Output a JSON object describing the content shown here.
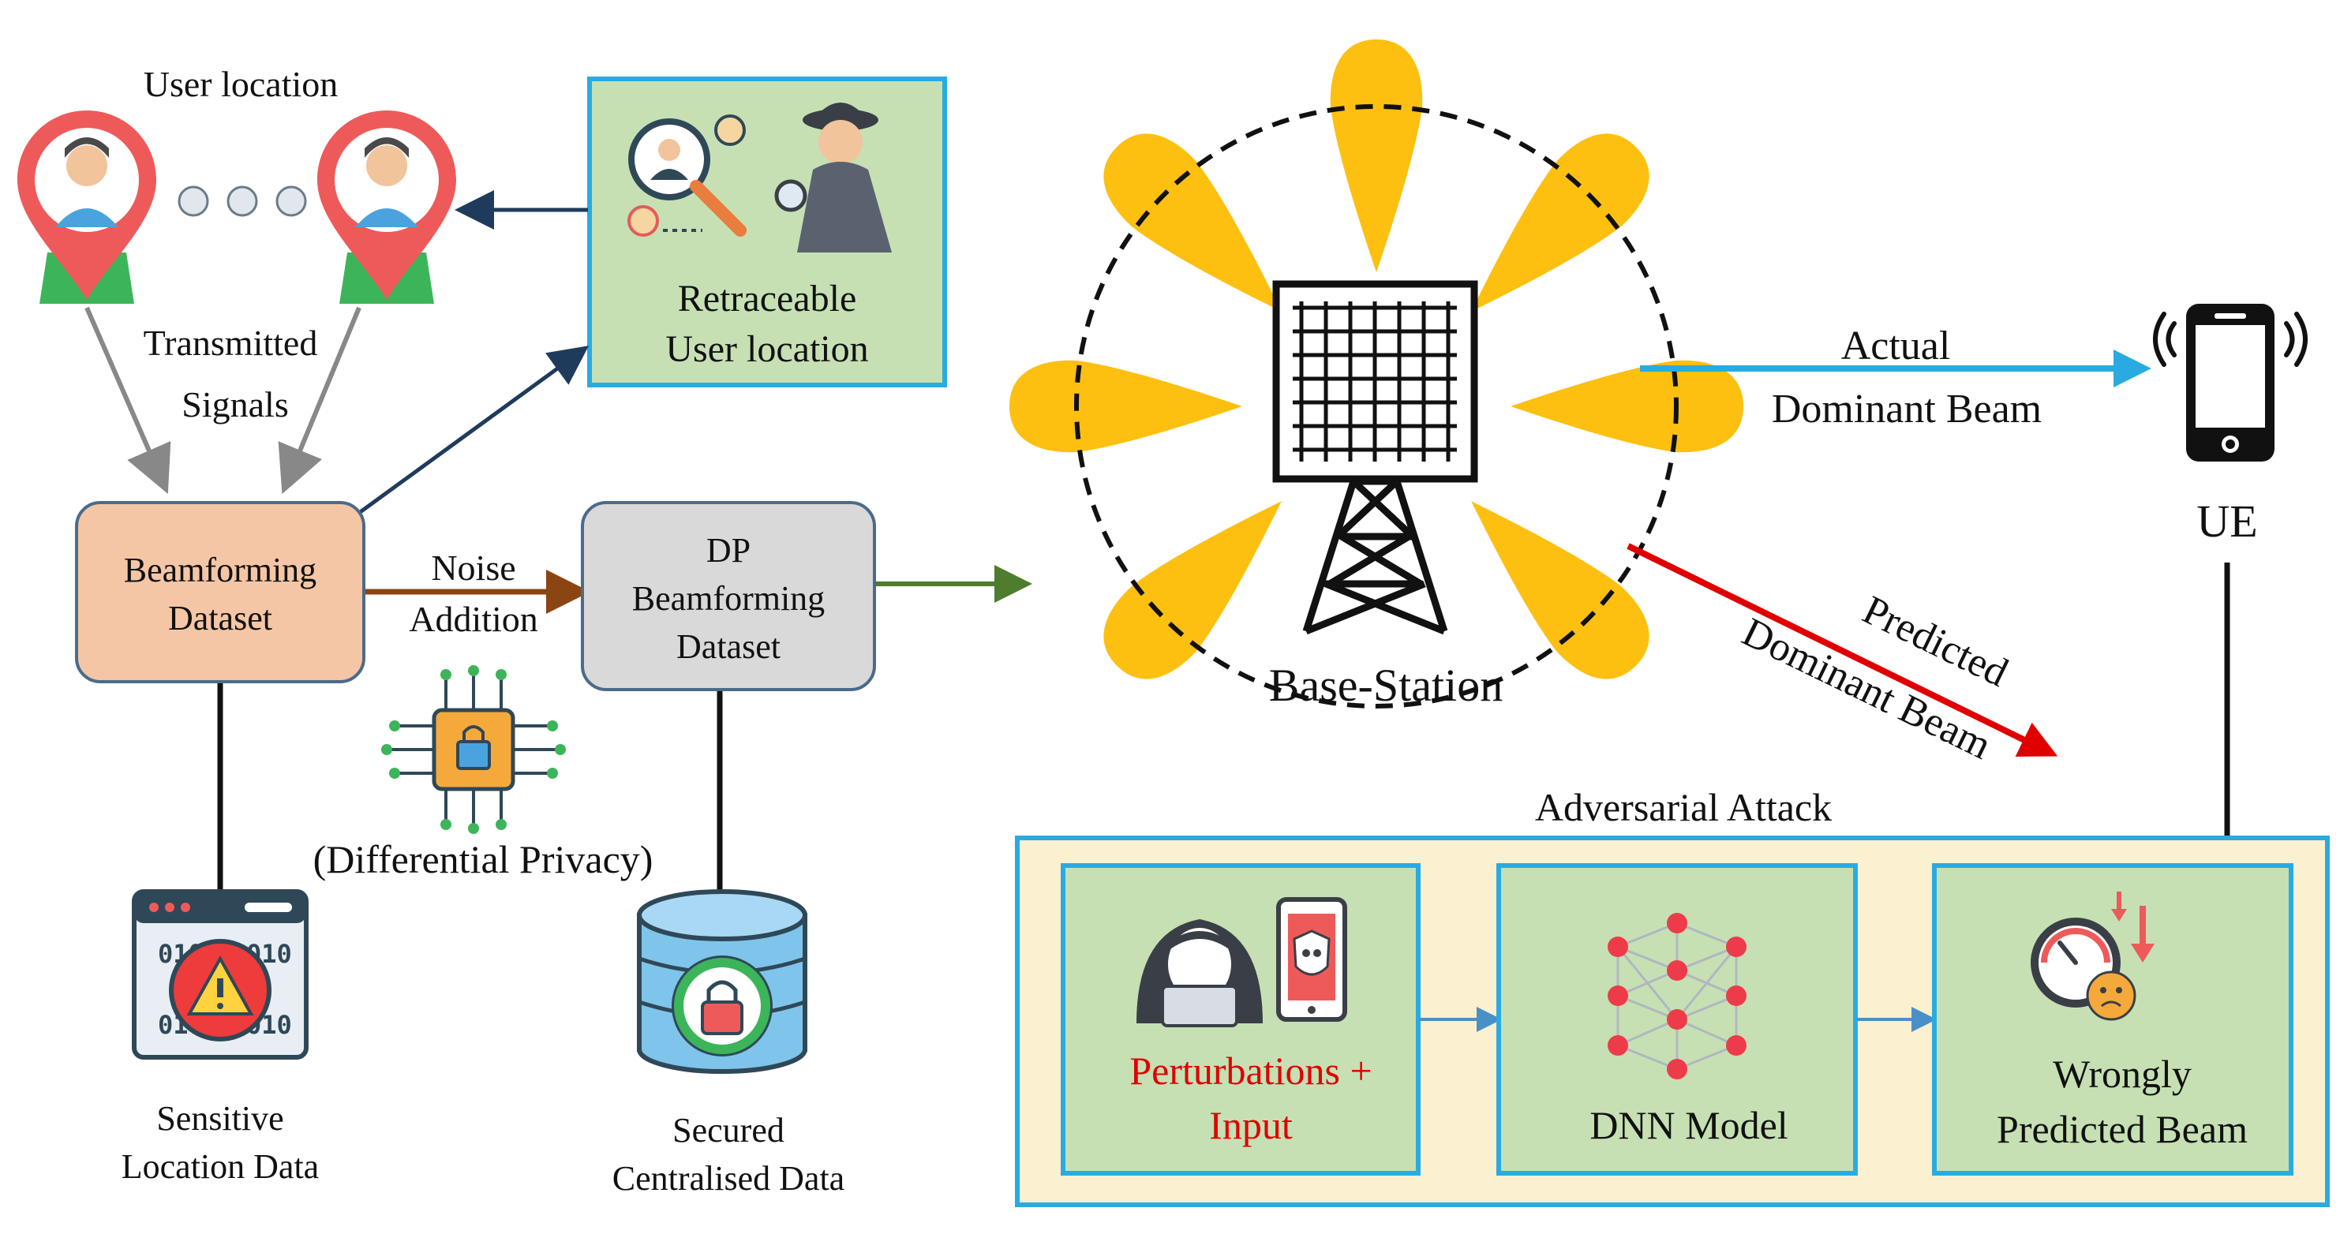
{
  "user_location": {
    "title": "User location",
    "transmitted_signals": [
      "Transmitted",
      "Signals"
    ]
  },
  "retraceable_box": {
    "lines": [
      "Retraceable",
      "User location"
    ]
  },
  "beamforming_dataset": {
    "lines": [
      "Beamforming",
      "Dataset"
    ]
  },
  "noise_addition": {
    "lines": [
      "Noise",
      "Addition"
    ]
  },
  "dp_dataset": {
    "lines": [
      "DP",
      "Beamforming",
      "Dataset"
    ]
  },
  "differential_privacy": "(Differential Privacy)",
  "sensitive_data": {
    "lines": [
      "Sensitive",
      "Location Data"
    ]
  },
  "secured_data": {
    "lines": [
      "Secured",
      "Centralised Data"
    ]
  },
  "base_station": "Base-Station",
  "actual_beam": {
    "lines": [
      "Actual",
      "Dominant Beam"
    ]
  },
  "predicted_beam": {
    "lines": [
      "Predicted",
      "Dominant Beam"
    ]
  },
  "ue": "UE",
  "adversarial": {
    "title": "Adversarial Attack",
    "perturbations": [
      "Perturbations +",
      "Input"
    ],
    "dnn": "DNN Model",
    "wrong": [
      "Wrongly",
      "Predicted Beam"
    ]
  },
  "colors": {
    "green_box": "#c6e0b4",
    "blue_border": "#29abe2",
    "peach": "#f5c6a5",
    "gray_box": "#d9d9d9",
    "beam": "#fdc010",
    "red": "#e00000",
    "attack_bg": "#fbf0cf"
  }
}
